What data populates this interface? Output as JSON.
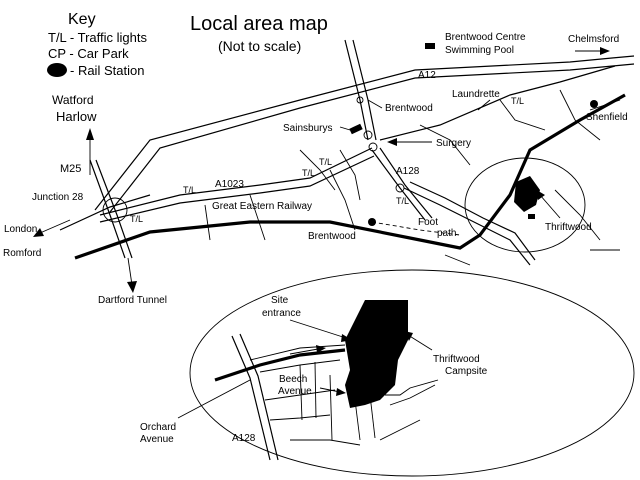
{
  "header": {
    "title": "Local area map",
    "subtitle": "(Not to scale)"
  },
  "key": {
    "heading": "Key",
    "traffic_lights": "T/L - Traffic lights",
    "car_park": "CP - Car Park",
    "rail_station": "- Rail Station"
  },
  "places": {
    "watford": "Watford",
    "harlow": "Harlow",
    "m25": "M25",
    "junction_28": "Junction 28",
    "london": "London",
    "romford": "Romford",
    "dartford_tunnel": "Dartford Tunnel",
    "brentwood_centre": "Brentwood Centre",
    "swimming_pool": "Swimming Pool",
    "chelmsford": "Chelmsford",
    "a12": "A12",
    "laundrette": "Laundrette",
    "brentwood": "Brentwood",
    "sainsburys": "Sainsburys",
    "surgery": "Surgery",
    "shenfield": "Shenfield",
    "a1023": "A1023",
    "a128": "A128",
    "great_eastern_railway": "Great Eastern Railway",
    "brentwood_station": "Brentwood",
    "foot": "Foot",
    "path": "path",
    "thriftwood": "Thriftwood",
    "tl": "T/L"
  },
  "inset": {
    "site_entrance_1": "Site",
    "site_entrance_2": "entrance",
    "beech_1": "Beech",
    "beech_2": "Avenue",
    "thriftwood_1": "Thriftwood",
    "thriftwood_2": "Campsite",
    "orchard_1": "Orchard",
    "orchard_2": "Avenue",
    "a128": "A128"
  }
}
